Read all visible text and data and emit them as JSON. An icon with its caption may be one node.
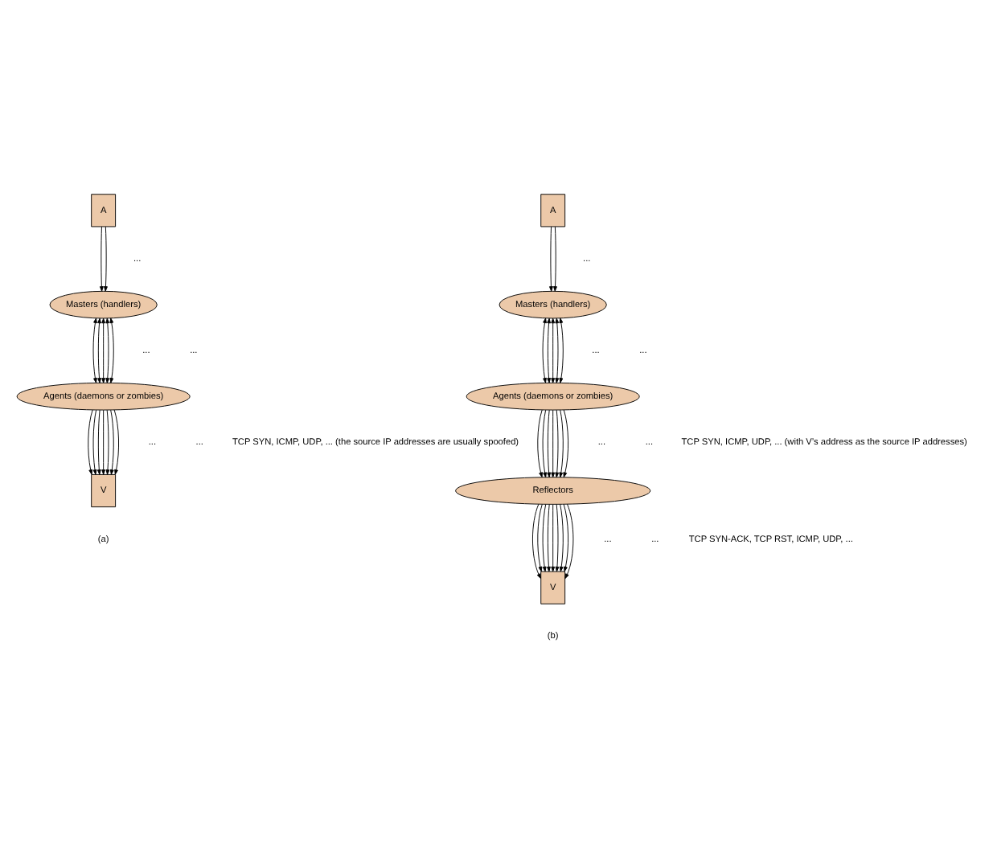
{
  "diagram": {
    "nodes": [
      {
        "text": [
          "A"
        ]
      },
      {
        "text": [
          "Masters (handlers)"
        ]
      },
      {
        "text": [
          "Agents (daemons or zombies)"
        ]
      },
      {
        "text": [
          "V"
        ]
      },
      {
        "text": [
          "A"
        ]
      },
      {
        "text": [
          "Masters (handlers)"
        ]
      },
      {
        "text": [
          "Agents (daemons or zombies)"
        ]
      },
      {
        "text": [
          "Reflectors"
        ]
      },
      {
        "text": [
          "V"
        ]
      }
    ],
    "edges": [
      {
        "from": 0,
        "to": 1,
        "arrow": "to"
      },
      {
        "from": 0,
        "to": 1,
        "arrow": "to"
      },
      {
        "from": 1,
        "to": 2,
        "arrow": "both"
      },
      {
        "from": 1,
        "to": 2,
        "arrow": "both"
      },
      {
        "from": 1,
        "to": 2,
        "arrow": "both"
      },
      {
        "from": 1,
        "to": 2,
        "arrow": "both"
      },
      {
        "from": 1,
        "to": 2,
        "arrow": "both"
      },
      {
        "from": 2,
        "to": 3,
        "arrow": "to"
      },
      {
        "from": 2,
        "to": 3,
        "arrow": "to"
      },
      {
        "from": 2,
        "to": 3,
        "arrow": "to"
      },
      {
        "from": 2,
        "to": 3,
        "arrow": "to"
      },
      {
        "from": 2,
        "to": 3,
        "arrow": "to"
      },
      {
        "from": 2,
        "to": 3,
        "arrow": "to"
      },
      {
        "from": 2,
        "to": 3,
        "arrow": "to"
      },
      {
        "from": 4,
        "to": 5,
        "arrow": "to"
      },
      {
        "from": 4,
        "to": 5,
        "arrow": "to"
      },
      {
        "from": 5,
        "to": 6,
        "arrow": "both"
      },
      {
        "from": 5,
        "to": 6,
        "arrow": "both"
      },
      {
        "from": 5,
        "to": 6,
        "arrow": "both"
      },
      {
        "from": 5,
        "to": 6,
        "arrow": "both"
      },
      {
        "from": 5,
        "to": 6,
        "arrow": "both"
      },
      {
        "from": 6,
        "to": 7,
        "arrow": "to"
      },
      {
        "from": 6,
        "to": 7,
        "arrow": "to"
      },
      {
        "from": 6,
        "to": 7,
        "arrow": "to"
      },
      {
        "from": 6,
        "to": 7,
        "arrow": "to"
      },
      {
        "from": 6,
        "to": 7,
        "arrow": "to"
      },
      {
        "from": 6,
        "to": 7,
        "arrow": "to"
      },
      {
        "from": 6,
        "to": 7,
        "arrow": "to"
      },
      {
        "from": 7,
        "to": 8,
        "arrow": "to"
      },
      {
        "from": 7,
        "to": 8,
        "arrow": "to"
      },
      {
        "from": 7,
        "to": 8,
        "arrow": "to"
      },
      {
        "from": 7,
        "to": 8,
        "arrow": "to"
      },
      {
        "from": 7,
        "to": 8,
        "arrow": "to"
      },
      {
        "from": 7,
        "to": 8,
        "arrow": "to"
      },
      {
        "from": 7,
        "to": 8,
        "arrow": "to"
      },
      {
        "from": 7,
        "to": 8,
        "arrow": "to"
      },
      {
        "from": 7,
        "to": 8,
        "arrow": "to"
      }
    ],
    "labels": [
      "...",
      "...",
      "...",
      "...",
      "...",
      "TCP SYN, ICMP, UDP, ... (the source IP addresses are usually spoofed)",
      "(a)",
      "...",
      "...",
      "...",
      "...",
      "...",
      "TCP SYN, ICMP, UDP, ... (with V’s address as the source IP addresses)",
      "...",
      "...",
      "TCP SYN-ACK, TCP RST, ICMP, UDP, ...",
      "(b)"
    ]
  }
}
